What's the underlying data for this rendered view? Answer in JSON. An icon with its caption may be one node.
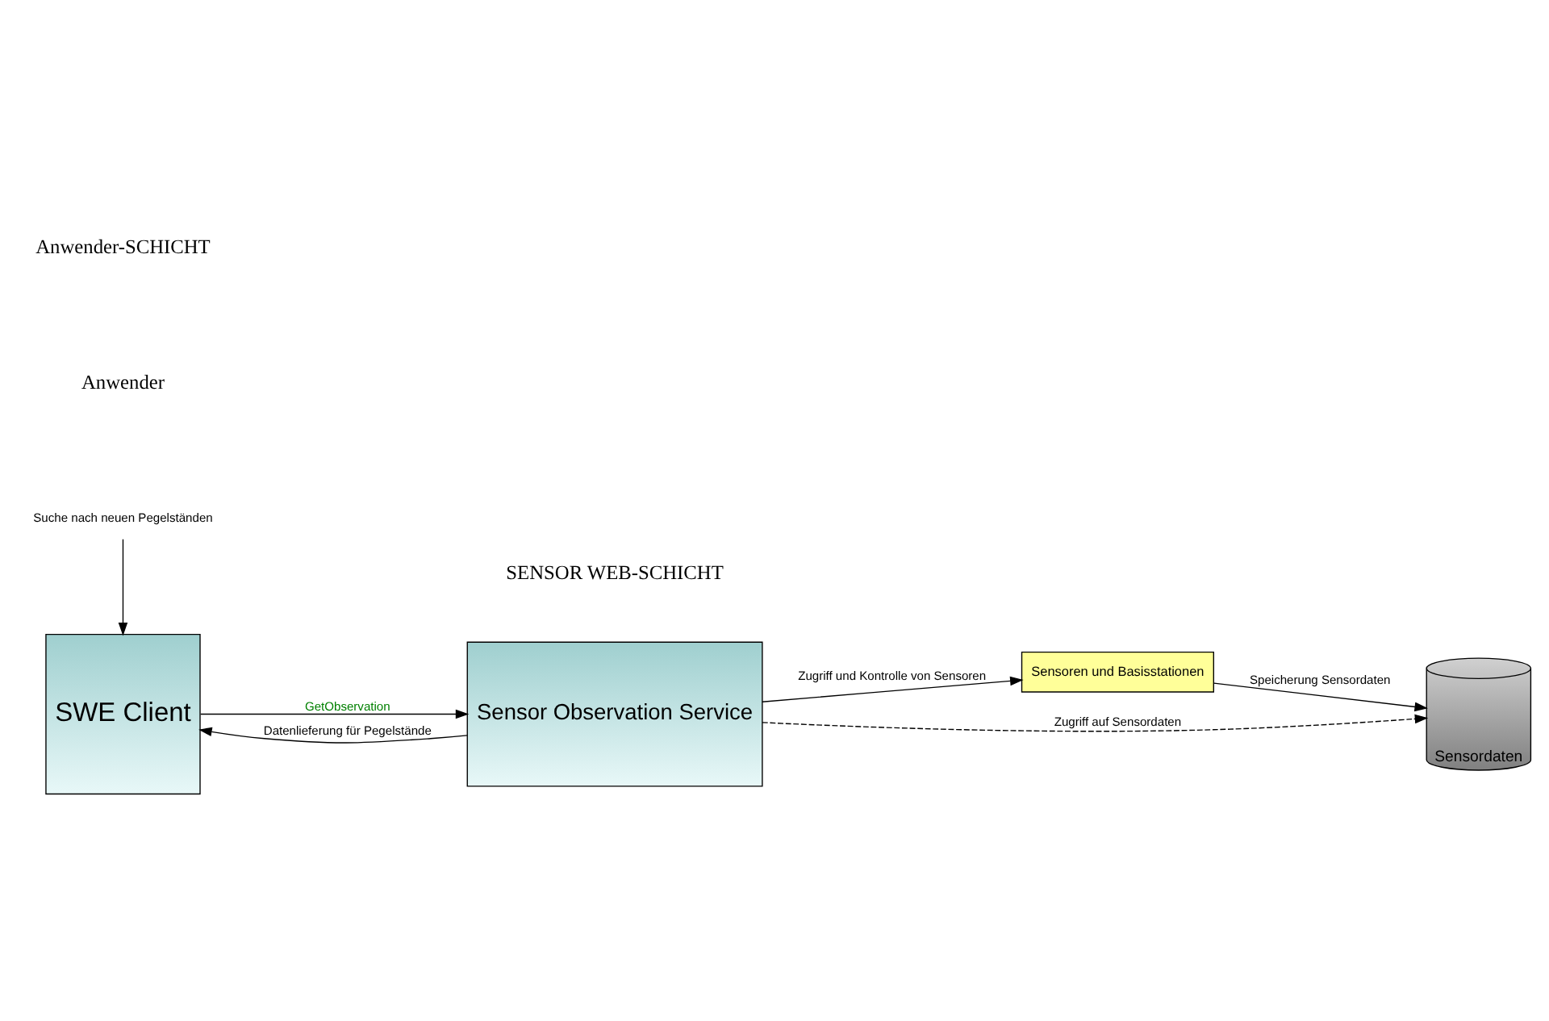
{
  "diagram": {
    "nodes": [
      {
        "text": [
          "Suche nach neuen Pegelständen"
        ]
      },
      {
        "text": [
          "SWE Client"
        ]
      },
      {
        "text": [
          "Sensor Observation Service"
        ]
      },
      {
        "text": [
          "Sensoren und Basisstationen"
        ]
      },
      {
        "text": [
          "Sensordaten"
        ]
      }
    ],
    "edges": [
      {
        "from": 0,
        "to": 1,
        "arrow": "to"
      },
      {
        "from": 1,
        "to": 2,
        "arrow": "to",
        "label": "GetObservation"
      },
      {
        "from": 2,
        "to": 1,
        "arrow": "to",
        "label": "Datenlieferung für Pegelstände"
      },
      {
        "from": 2,
        "to": 3,
        "arrow": "to",
        "label": "Zugriff und Kontrolle von Sensoren"
      },
      {
        "from": 3,
        "to": 4,
        "arrow": "to",
        "label": "Speicherung Sensordaten"
      },
      {
        "from": 2,
        "to": 4,
        "arrow": "to",
        "label": "Zugriff auf Sensordaten",
        "style": "dashed"
      }
    ],
    "labels": [
      "Anwender-SCHICHT",
      "SENSOR WEB-SCHICHT",
      "Anwender"
    ]
  }
}
